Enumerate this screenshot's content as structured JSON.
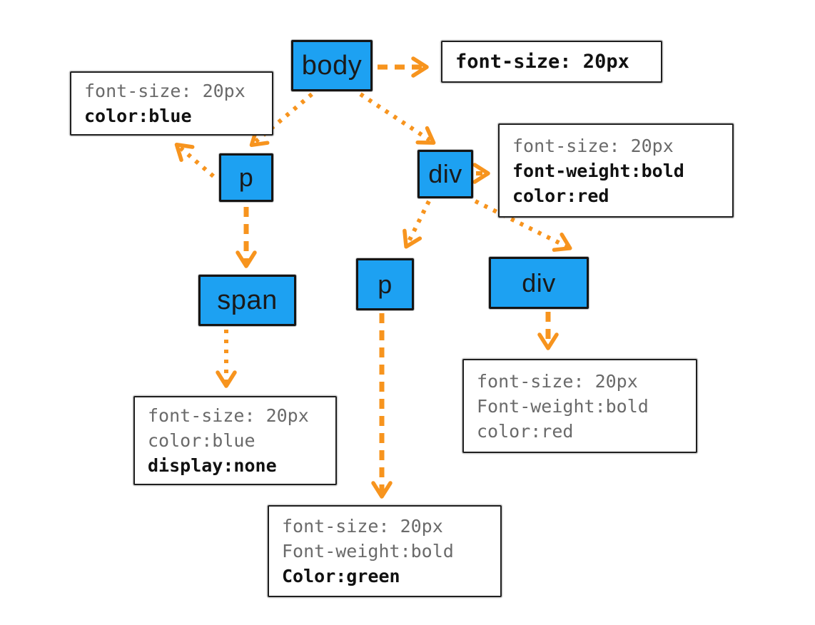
{
  "diagram": {
    "kind": "dom-tree-css-inheritance",
    "colors": {
      "node_fill": "#1da1f2",
      "node_border": "#151515",
      "arrow": "#f7941e",
      "own_declaration_text": "#111111",
      "inherited_declaration_text": "#6a6a6a",
      "background": "#ffffff"
    },
    "nodes": [
      {
        "id": "body",
        "label": "body"
      },
      {
        "id": "p-left",
        "label": "p"
      },
      {
        "id": "div-right",
        "label": "div"
      },
      {
        "id": "span",
        "label": "span"
      },
      {
        "id": "p-child",
        "label": "p"
      },
      {
        "id": "div-child",
        "label": "div"
      }
    ],
    "style_boxes": [
      {
        "id": "styles-body",
        "lines": [
          {
            "text": "font-size: 20px",
            "emphasis": "own"
          }
        ]
      },
      {
        "id": "styles-p-left",
        "lines": [
          {
            "text": "font-size: 20px",
            "emphasis": "inherited"
          },
          {
            "text": "color:blue",
            "emphasis": "own"
          }
        ]
      },
      {
        "id": "styles-div-right",
        "lines": [
          {
            "text": "font-size: 20px",
            "emphasis": "inherited"
          },
          {
            "text": "font-weight:bold",
            "emphasis": "own"
          },
          {
            "text": "color:red",
            "emphasis": "own"
          }
        ]
      },
      {
        "id": "styles-span",
        "lines": [
          {
            "text": "font-size: 20px",
            "emphasis": "inherited"
          },
          {
            "text": "color:blue",
            "emphasis": "inherited"
          },
          {
            "text": "display:none",
            "emphasis": "own"
          }
        ]
      },
      {
        "id": "styles-div-child",
        "lines": [
          {
            "text": "font-size: 20px",
            "emphasis": "inherited"
          },
          {
            "text": "Font-weight:bold",
            "emphasis": "inherited"
          },
          {
            "text": "color:red",
            "emphasis": "inherited"
          }
        ]
      },
      {
        "id": "styles-p-child",
        "lines": [
          {
            "text": "font-size: 20px",
            "emphasis": "inherited"
          },
          {
            "text": "Font-weight:bold",
            "emphasis": "inherited"
          },
          {
            "text": "Color:green",
            "emphasis": "own"
          }
        ]
      }
    ],
    "connections": [
      {
        "from": "body",
        "to": "styles-body",
        "style": "dashed"
      },
      {
        "from": "body",
        "to": "p-left",
        "style": "dotted"
      },
      {
        "from": "body",
        "to": "div-right",
        "style": "dotted"
      },
      {
        "from": "p-left",
        "to": "styles-p-left",
        "style": "dotted"
      },
      {
        "from": "p-left",
        "to": "span",
        "style": "dashed"
      },
      {
        "from": "span",
        "to": "styles-span",
        "style": "dotted"
      },
      {
        "from": "div-right",
        "to": "styles-div-right",
        "style": "dashed"
      },
      {
        "from": "div-right",
        "to": "p-child",
        "style": "dotted"
      },
      {
        "from": "div-right",
        "to": "div-child",
        "style": "dotted"
      },
      {
        "from": "div-child",
        "to": "styles-div-child",
        "style": "dashed"
      },
      {
        "from": "p-child",
        "to": "styles-p-child",
        "style": "dashed"
      }
    ]
  }
}
